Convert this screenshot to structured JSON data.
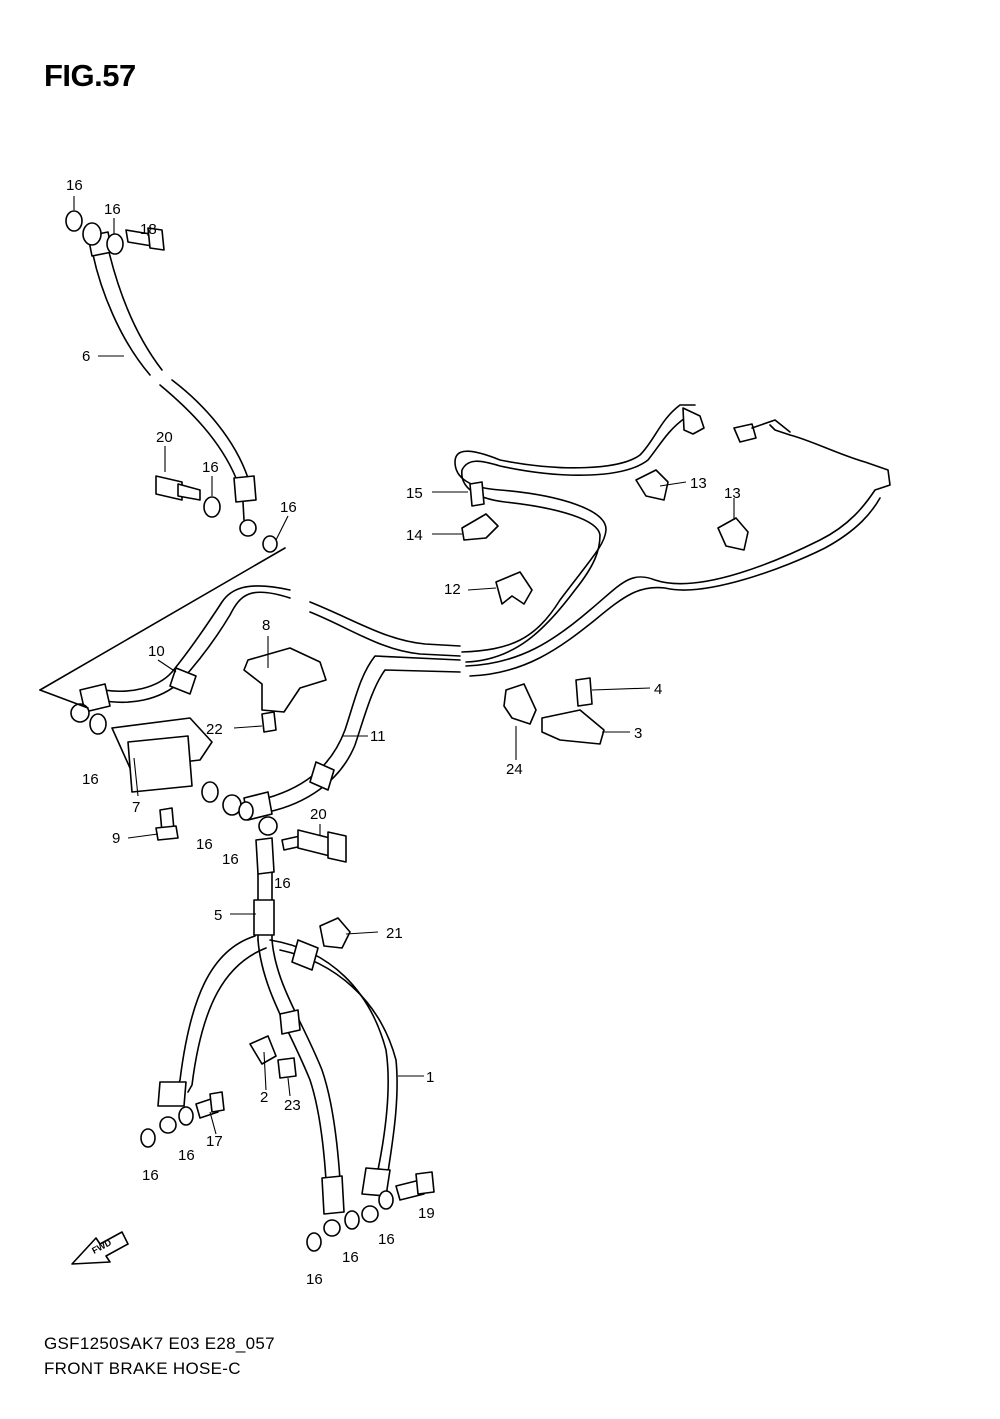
{
  "figure": {
    "title": "FIG.57",
    "code": "GSF1250SAK7 E03 E28_057",
    "name": "FRONT BRAKE HOSE-C",
    "fwd_label": "FWD"
  },
  "callouts": {
    "c1": "1",
    "c2": "2",
    "c3": "3",
    "c4": "4",
    "c5": "5",
    "c6": "6",
    "c7": "7",
    "c8": "8",
    "c9": "9",
    "c10": "10",
    "c11": "11",
    "c12": "12",
    "c13a": "13",
    "c13b": "13",
    "c14": "14",
    "c15": "15",
    "c16a": "16",
    "c16b": "16",
    "c16c": "16",
    "c16d": "16",
    "c16e": "16",
    "c16f": "16",
    "c16g": "16",
    "c16h": "16",
    "c16i": "16",
    "c16j": "16",
    "c16k": "16",
    "c16l": "16",
    "c16m": "16",
    "c17": "17",
    "c18": "18",
    "c19": "19",
    "c20a": "20",
    "c20b": "20",
    "c21": "21",
    "c22": "22",
    "c23": "23",
    "c24": "24"
  }
}
